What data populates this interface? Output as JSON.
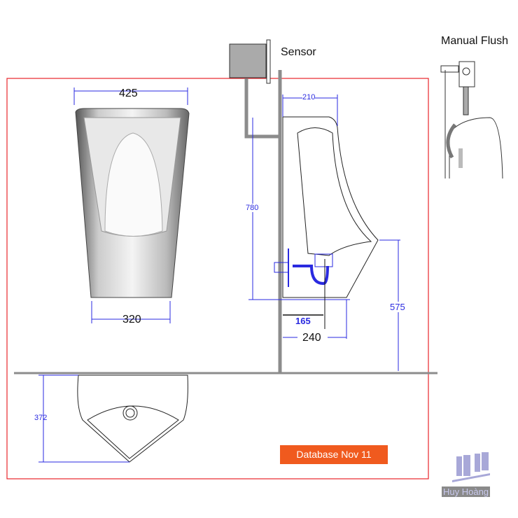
{
  "labels": {
    "sensor": "Sensor",
    "manual_flush": "Manual Flush",
    "database": "Database Nov 11",
    "brand": "Huy Hoàng"
  },
  "dimensions": {
    "front_top_width": "425",
    "front_bottom_width": "320",
    "top_view_depth": "372",
    "side_top_depth": "210",
    "side_height": "780",
    "side_outlet_height": "575",
    "side_outlet_offset": "165",
    "side_base_depth": "240"
  },
  "colors": {
    "frame": "#e8262b",
    "dimension": "#2a2ae0",
    "wall": "#8c8c8c",
    "badge": "#f05a1e"
  }
}
